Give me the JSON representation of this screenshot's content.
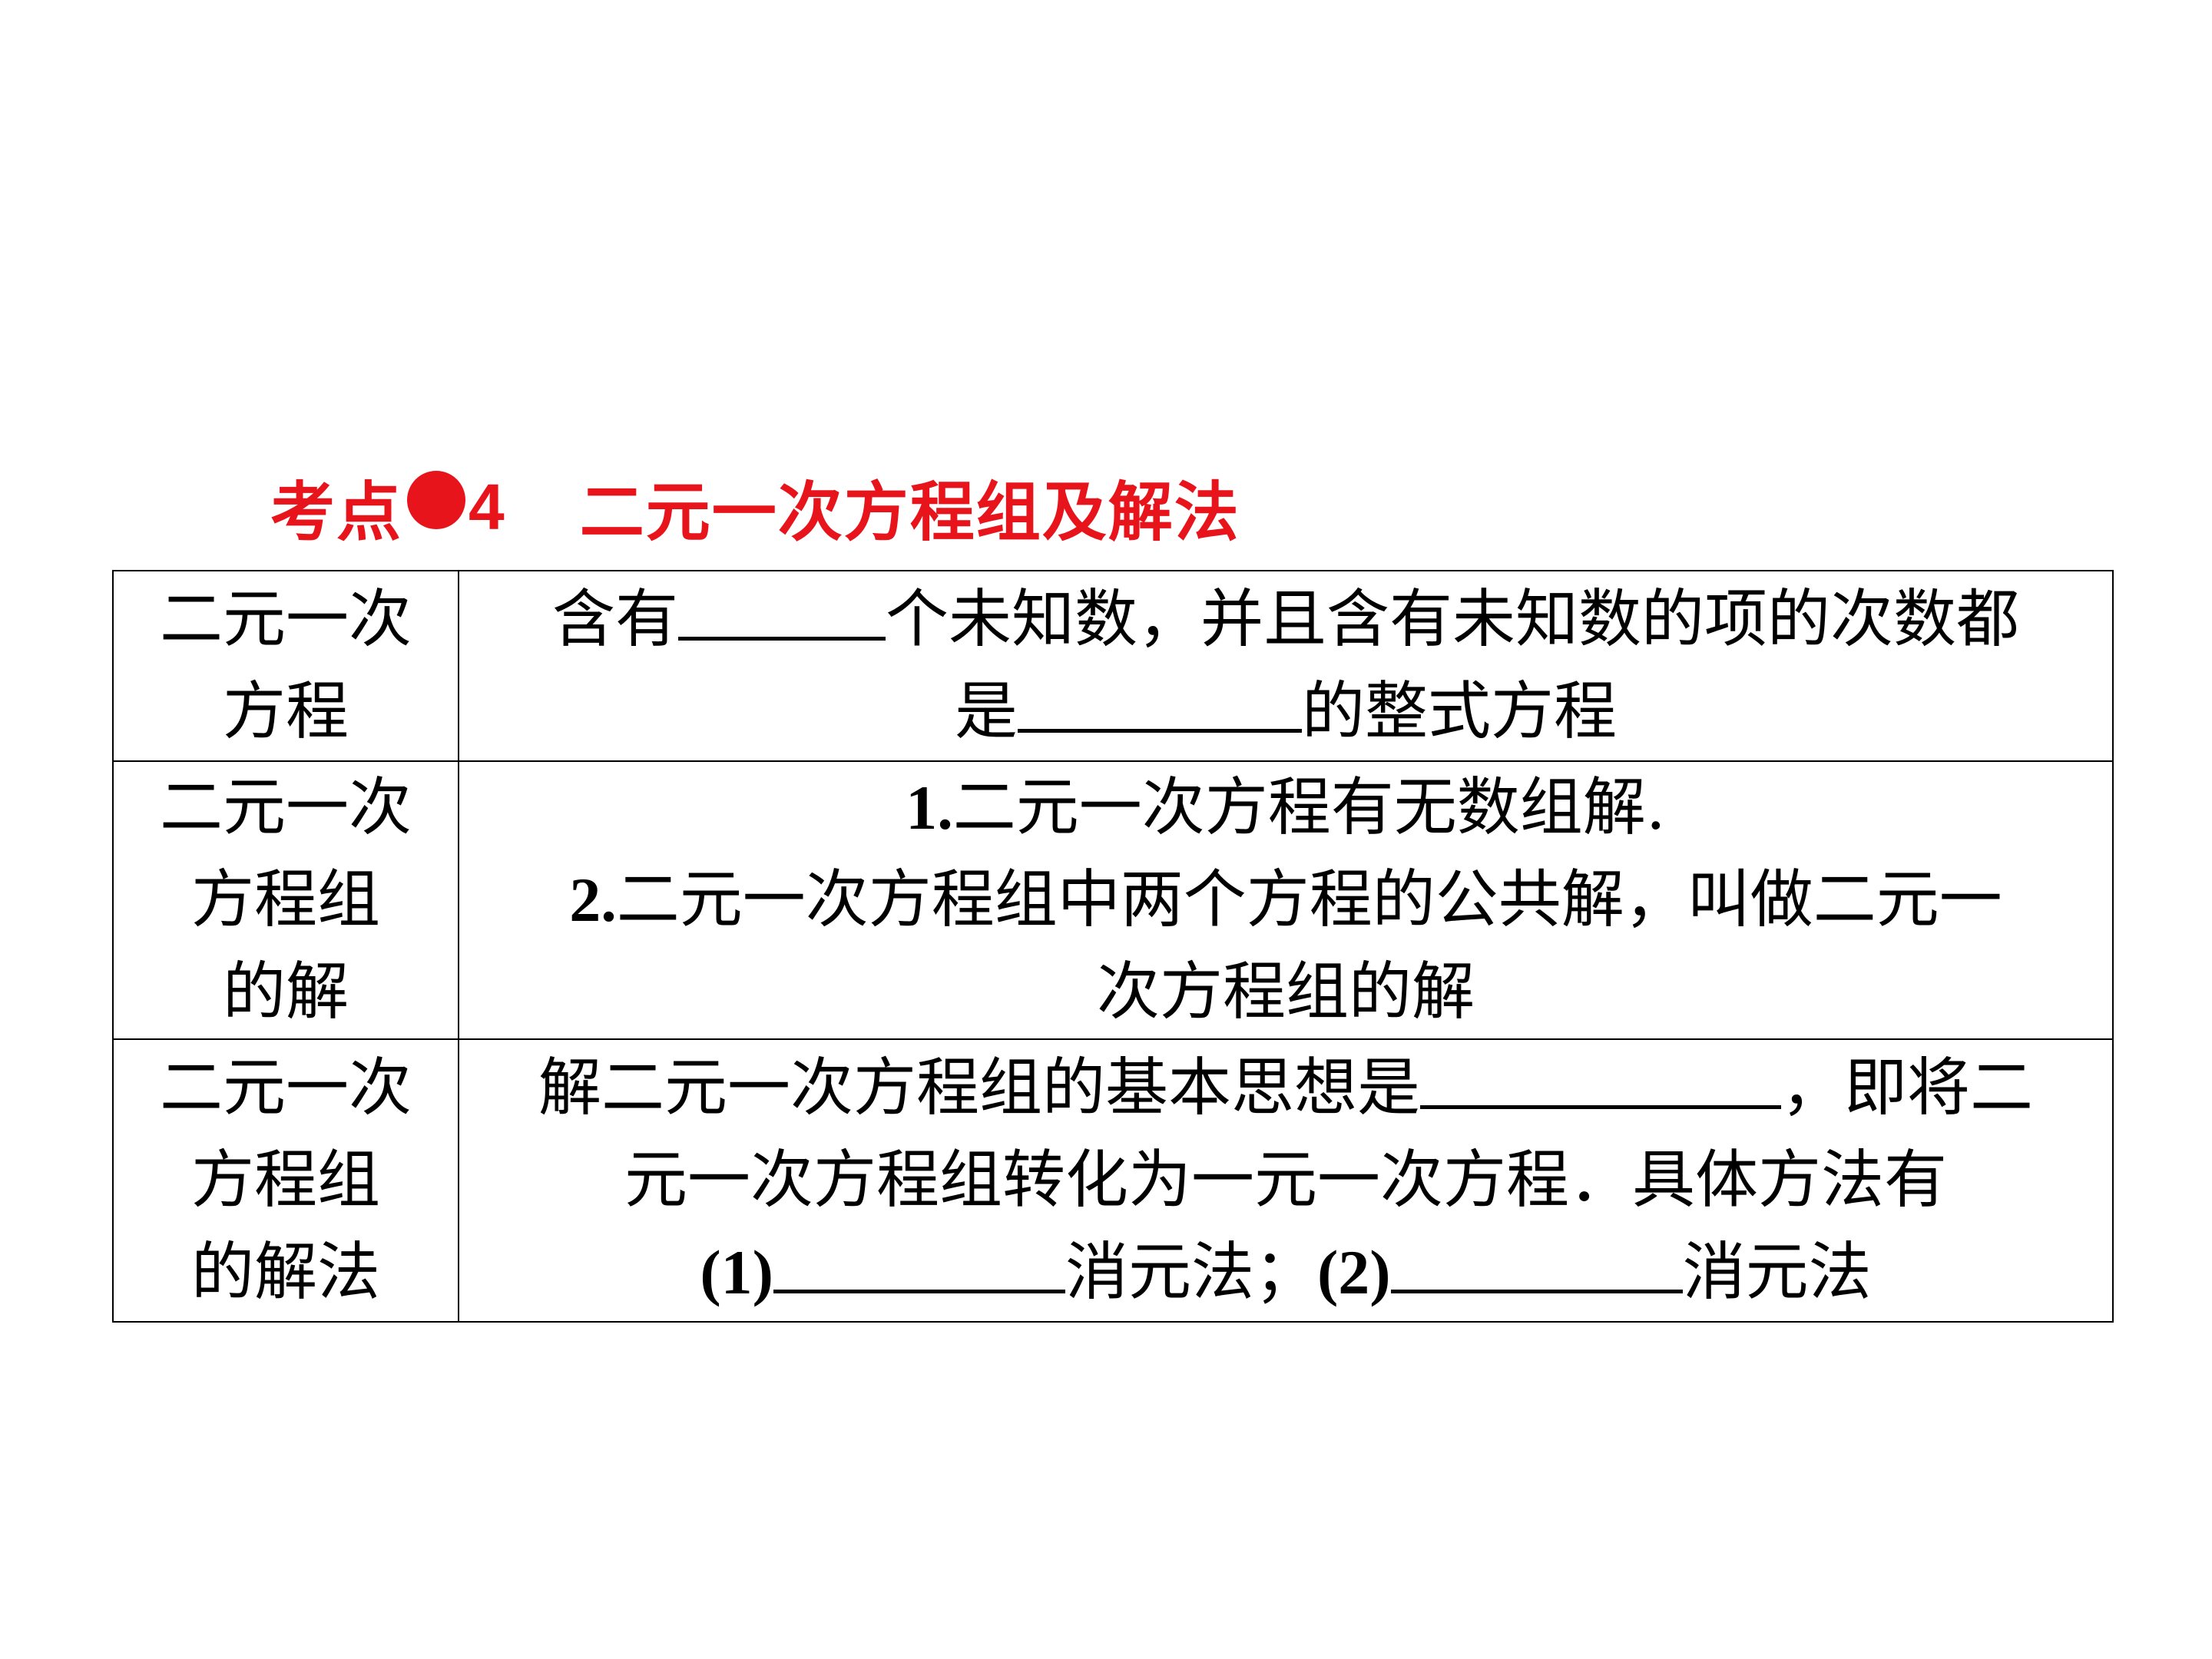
{
  "heading": {
    "prefix": "考点",
    "number": "4",
    "title": "二元一次方程组及解法"
  },
  "rows": [
    {
      "term": [
        "二元一次",
        "方程"
      ],
      "line1_a": "含有",
      "line1_b": "个未知数，并且含有未知数的项的次数都",
      "line2_a": "是",
      "line2_b": "的整式方程"
    },
    {
      "term": [
        "二元一次",
        "方程组",
        "的解"
      ],
      "line1_num": "1.",
      "line1": "二元一次方程有无数组解.",
      "line2_num": "2.",
      "line2": "二元一次方程组中两个方程的公共解，叫做二元一",
      "line3": "次方程组的解"
    },
    {
      "term": [
        "二元一次",
        "方程组",
        "的解法"
      ],
      "line1_a": "解二元一次方程组的基本思想是",
      "line1_b": "，即将二",
      "line2": "元一次方程组转化为一元一次方程．具体方法有",
      "line3_n1": "(1)",
      "line3_a": "消元法；",
      "line3_n2": "(2)",
      "line3_b": "消元法"
    }
  ],
  "colors": {
    "heading": "#e8141b",
    "text": "#000000",
    "background": "#ffffff"
  }
}
